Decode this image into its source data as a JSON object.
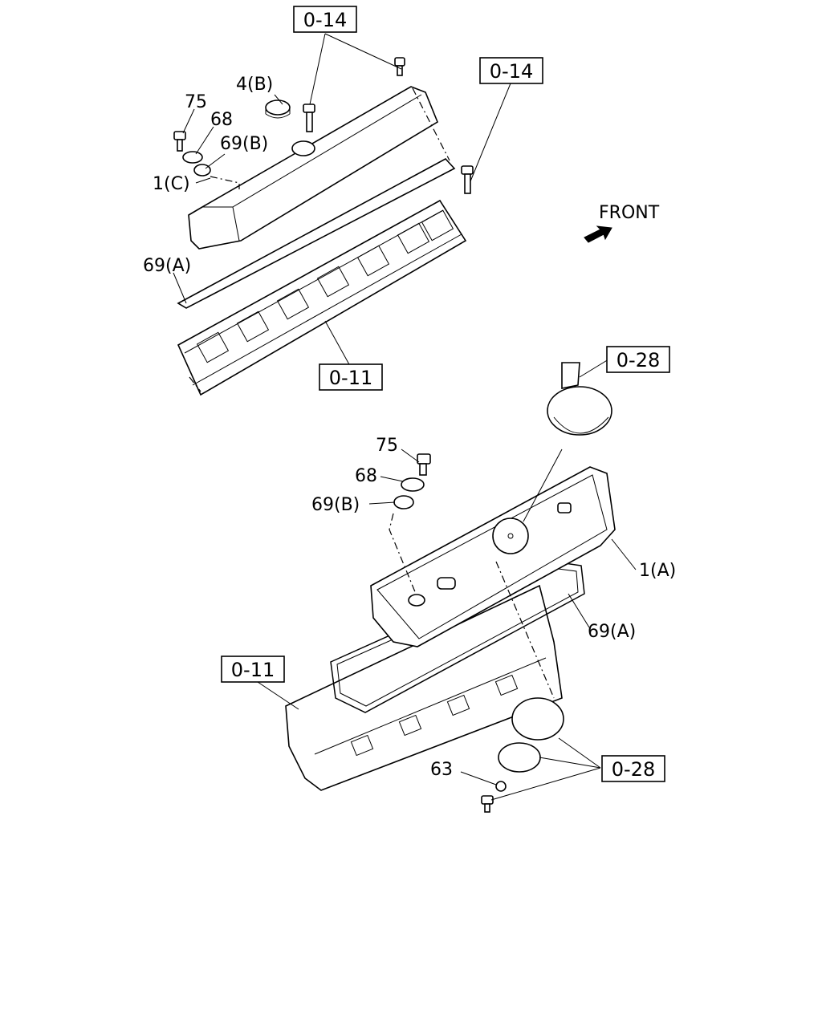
{
  "labels": {
    "ref_014_top": "0-14",
    "ref_014_right": "0-14",
    "ref_011_top": "0-11",
    "ref_011_bottom": "0-11",
    "ref_028_top": "0-28",
    "ref_028_bottom": "0-28",
    "front": "FRONT",
    "p75_top": "75",
    "p68_top": "68",
    "p4b": "4(B)",
    "p69b_top": "69(B)",
    "p1c": "1(C)",
    "p69a_top": "69(A)",
    "p75_bottom": "75",
    "p68_bottom": "68",
    "p69b_bottom": "69(B)",
    "p1a": "1(A)",
    "p69a_bottom": "69(A)",
    "p63": "63"
  }
}
